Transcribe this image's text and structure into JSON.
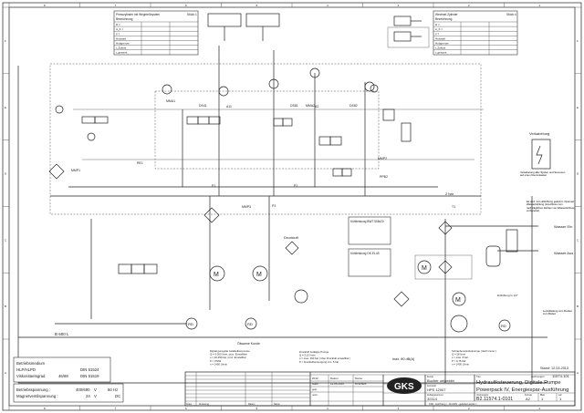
{
  "frame": {
    "columns": [
      "8",
      "7",
      "6",
      "5",
      "4",
      "3",
      "2",
      "1"
    ],
    "rows": [
      "F",
      "E",
      "D",
      "C",
      "B",
      "A"
    ]
  },
  "tables": {
    "left": {
      "title": "Presszylinder mit Wegmeßsystem",
      "sub": "Bezeichnung",
      "stueck_label": "Stück:",
      "stueck": "1",
      "rows": [
        "D =",
        "A_K =",
        "p =",
        "Hubzahl",
        "Hubgrenze",
        "t_Zyklus",
        "t_gesamt"
      ]
    },
    "right": {
      "title": "Wechsel-Zylinder",
      "sub": "Bezeichnung",
      "stueck_label": "Stück:",
      "stueck": "4",
      "rows": [
        "D =",
        "A_K =",
        "p =",
        "Hubzahl",
        "Hubgrenze",
        "t_Zyklus",
        "t_gesamt"
      ]
    }
  },
  "labels": {
    "tank": "B 600 L",
    "oil_pan": "Ölwanne Kunde",
    "pressure_2bar": "2 bar",
    "compressed_air": "Druckluft",
    "wiring": "Verkabelung",
    "wiring_note": "Verkabelung aller Spulen und Sensoren auf einen Klemmkasten",
    "water_in": "Wasser Ein",
    "water_out": "Wasser Aus",
    "water_note": "Es wird mit Luftkühlung geliefert. Optional: Wasserkühlung (Anschluss zum nachträglichen Einbau von Wasserkühlung vorbereitet)",
    "cooling1_title": "Kühlleistung BWT 508x20",
    "cooling2_title": "Kühlleistung OK-EL4S",
    "drain": "Entlüftung G 1/2\"",
    "leak": "Leckölleitung vom Deckel zum Boden",
    "ports": [
      "P1",
      "P2",
      "P3",
      "A11",
      "A2",
      "DS41",
      "DS81",
      "DS82",
      "MMA1",
      "MMA2",
      "MMP1",
      "MMP2",
      "MMP3",
      "PPB2",
      "RE1",
      "T1"
    ],
    "rd": "RD",
    "motor": "M"
  },
  "notes": {
    "pump1": [
      "Digital geregelte Axialkolbenpumpe",
      "Q = 0-200 l/min, proz. Einstellbar",
      "p = 10-250 bar, proz. Einstellbar",
      "P = 37kW",
      "n = 1450 U/min"
    ],
    "pump2": [
      "Druckluft betätigte Pumpe",
      "Q = 2,22 l/min",
      "p = max. 290 bar ( über Druckluft einstellbar )",
      "P = Druckluftversorgung min. 5 bar"
    ],
    "noise": "max. 80 dB(A)",
    "pump3": [
      "Schraubenspindelpumpe ( läuft immer )",
      "Q = 28 l/min",
      "p = max. 8 bar",
      "P = 0,75 kW",
      "n = 1400 U/min"
    ],
    "stand": "Stand: 12.03.2013"
  },
  "info": {
    "medium_label": "Betriebsmedium",
    "medium": "HLP/HLPD",
    "medium_din": "DIN 51524",
    "visc_label": "Viskositaetsgrad",
    "visc": "46/68",
    "visc_din": "DIN 51519",
    "voltage_label": "Betriebsspannung :",
    "voltage": "400/690",
    "voltage_unit": "V",
    "freq": "50 Hz",
    "valve_label": "Magnetventilspannung :",
    "valve": "24",
    "valve_unit": "V",
    "valve_type": "DC"
  },
  "titleblock": {
    "change_headers": [
      "Index",
      "Änderung",
      "Datum",
      "Name"
    ],
    "year": "2012",
    "datum_label": "Datum",
    "name_label": "Name",
    "bearb_label": "bearb.",
    "gepr_label": "gepr.",
    "norm_label": "norm.",
    "date": "12.05.2010",
    "author": "M.Schulz",
    "logo": "GKS",
    "kunde_label": "Kunde",
    "kunde": "Bucher unipektin",
    "kennwort_label": "Kennwort",
    "kennwort": "HPS 12007",
    "auftrag_label": "Auftragsnummer",
    "auftrag": "32114",
    "title_label": "Titel",
    "title1": "Hydrauliksteuerung, Digitale Pumpe",
    "title2": "Powerpack IV, Energiespar-Ausführung",
    "zeichnung_label": "Zeichnungsnr.",
    "zeichnung_no": "11574-101",
    "drawing_no_label": "Ursprungsnr.",
    "drawing_no": "B2.11574.1-0101",
    "format_label": "Format",
    "format": "A2",
    "blatt_label": "Blatt",
    "blatt": "1",
    "von_label": "von",
    "von": "1",
    "cad": "CAD - Zeichnung / - Nur EDV - geändert werden !"
  }
}
